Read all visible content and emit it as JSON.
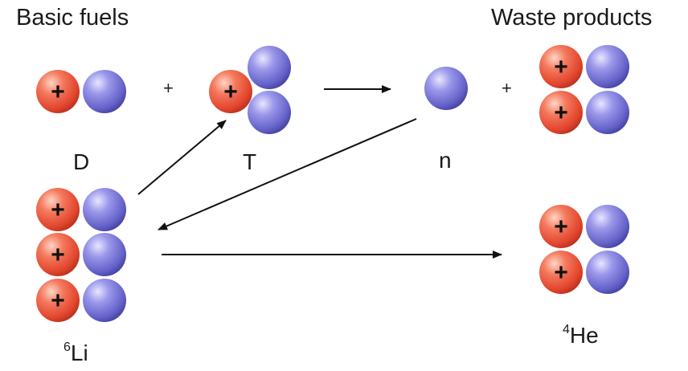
{
  "headings": {
    "basic_fuels": "Basic fuels",
    "waste_products": "Waste products"
  },
  "nuclei": {
    "deuterium": "D",
    "tritium": "T",
    "neutron": "n",
    "lithium": {
      "mass_number": "6",
      "symbol": "Li"
    },
    "helium": {
      "mass_number": "4",
      "symbol": "He"
    }
  },
  "operators": {
    "plus": "+"
  },
  "particles": {
    "proton_symbol": "+",
    "proton_color": "#e8503a",
    "neutron_color": "#6d6ad0"
  }
}
